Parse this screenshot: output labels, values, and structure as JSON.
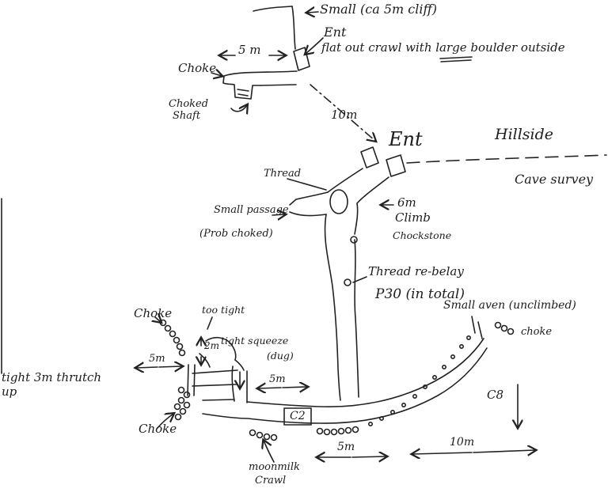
{
  "title": "Hand-drawn cave survey sketch",
  "colors": {
    "ink": "#222222",
    "background": "#ffffff"
  },
  "labels": {
    "small_cliff": "Small (ca 5m cliff)",
    "ent_top": "Ent",
    "flat_crawl": "flat out crawl with large boulder outside",
    "five_m_top": "5 m",
    "choke_top": "Choke",
    "choked_shaft_line1": "Choked",
    "choked_shaft_line2": "Shaft",
    "ten_m": "10m",
    "ent_main": "Ent",
    "hillside": "Hillside",
    "cave_survey": "Cave survey",
    "thread": "Thread",
    "small_passage_line1": "Small passage",
    "small_passage_line2": "(Prob choked)",
    "six_m": "6m",
    "climb": "Climb",
    "chockstone": "Chockstone",
    "thread_rebelay": "Thread re-belay",
    "p30": "P30 (in total)",
    "small_aven": "Small aven (unclimbed)",
    "choke_right": "choke",
    "choke_upper_left": "Choke",
    "too_tight": "too tight",
    "tight_squeeze": "tight squeeze",
    "dug": "(dug)",
    "two_m": "2m",
    "five_m_left": "5m",
    "thrutch_line1": "tight 3m thrutch",
    "thrutch_line2": "up",
    "five_m_mid": "5m",
    "choke_bottom": "Choke",
    "c2": "C2",
    "five_m_bottom": "5m",
    "ten_m_bottom": "10m",
    "c8": "C8",
    "moonmilk_line1": "moonmilk",
    "moonmilk_line2": "Crawl"
  }
}
